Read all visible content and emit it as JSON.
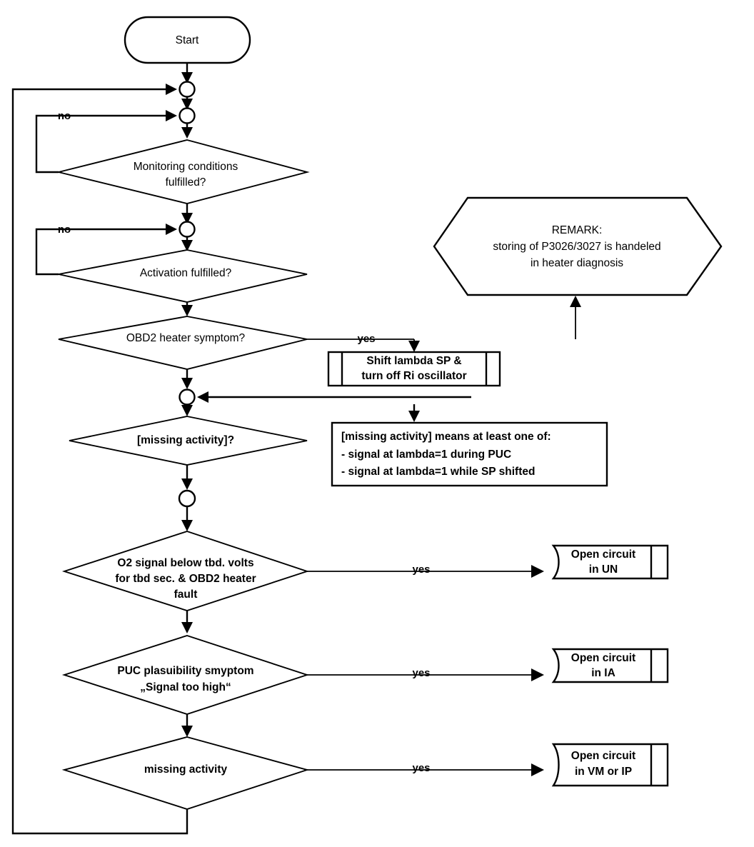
{
  "diagram": {
    "type": "flowchart",
    "title": "OBD2 Lambda Sensor Diagnosis Flowchart",
    "background_color": "#ffffff",
    "line_color": "#000000",
    "nodes": {
      "start": {
        "label": "Start",
        "shape": "rounded-terminator"
      },
      "connector_1": {
        "label": "",
        "shape": "circle-connector"
      },
      "connector_2": {
        "label": "",
        "shape": "circle-connector"
      },
      "monitoring_conditions": {
        "shape": "decision",
        "line1": "Monitoring conditions",
        "line2": "fulfilled?"
      },
      "connector_3": {
        "label": "",
        "shape": "circle-connector"
      },
      "activation_fulfilled": {
        "shape": "decision",
        "line1": "Activation fulfilled?"
      },
      "obd2_heater_symptom": {
        "shape": "decision",
        "line1": "OBD2 heater symptom?"
      },
      "remark_note": {
        "shape": "hexagon",
        "line1": "REMARK:",
        "line2": "storing of P3026/3027 is handeled",
        "line3": "in heater diagnosis"
      },
      "shift_lambda": {
        "shape": "subprocess",
        "line1": "Shift lambda SP &",
        "line2": "turn off Ri oscillator"
      },
      "connector_4": {
        "label": "",
        "shape": "circle-connector"
      },
      "missing_activity_decision": {
        "shape": "decision",
        "line1": "[missing activity]?"
      },
      "missing_activity_note": {
        "shape": "rectangle-note",
        "line1": "[missing activity] means at least one of:",
        "line2": " - signal at lambda=1 during PUC",
        "line3": " - signal at lambda=1 while SP shifted"
      },
      "connector_5": {
        "label": "",
        "shape": "circle-connector"
      },
      "o2_signal_decision": {
        "shape": "decision",
        "line1": "O2 signal below tbd. volts",
        "line2": "for tbd sec. & OBD2 heater",
        "line3": "fault"
      },
      "puc_plausibility_decision": {
        "shape": "decision",
        "line1": "PUC plasuibility smyptom",
        "line2": "„Signal too high“"
      },
      "missing_activity_bottom": {
        "shape": "decision",
        "line1": "missing activity"
      },
      "open_circuit_un": {
        "shape": "stored-data",
        "line1": "Open circuit",
        "line2": "in UN"
      },
      "open_circuit_ia": {
        "shape": "stored-data",
        "line1": "Open circuit",
        "line2": "in IA"
      },
      "open_circuit_vm_ip": {
        "shape": "stored-data",
        "line1": "Open circuit",
        "line2": "in VM or IP"
      }
    },
    "edge_labels": {
      "no_monitoring": "no",
      "no_activation": "no",
      "yes_obd2": "yes",
      "yes_o2": "yes",
      "yes_puc": "yes",
      "yes_missing": "yes"
    }
  }
}
